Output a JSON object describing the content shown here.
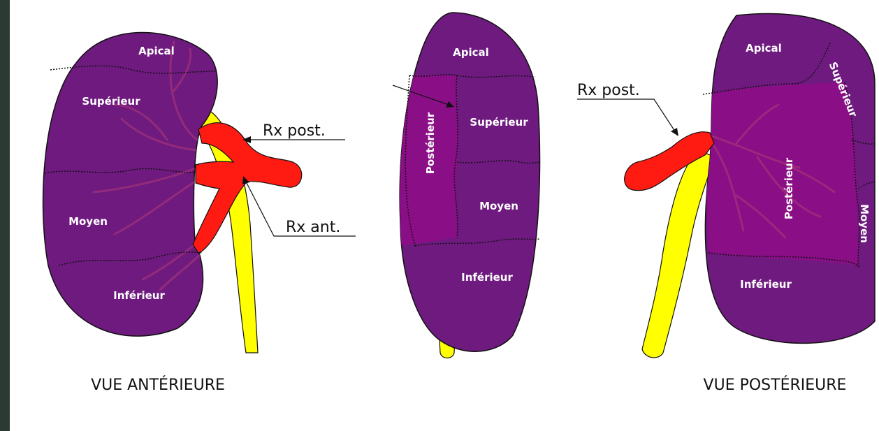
{
  "views": {
    "anterior": {
      "caption": "VUE ANTÉRIEURE",
      "segments": {
        "apical": "Apical",
        "superior": "Supérieur",
        "middle": "Moyen",
        "inferior": "Inférieur"
      },
      "rx_post": "Rx post.",
      "rx_ant": "Rx ant."
    },
    "lateral": {
      "segments": {
        "apical": "Apical",
        "posterior": "Postérieur",
        "superior": "Supérieur",
        "middle": "Moyen",
        "inferior": "Inférieur"
      }
    },
    "posterior": {
      "caption": "VUE POSTÉRIEURE",
      "segments": {
        "apical": "Apical",
        "superior": "Supérieur",
        "posterior": "Postérieur",
        "middle": "Moyen",
        "inferior": "Inférieur"
      },
      "rx_post": "Rx post."
    }
  },
  "colors": {
    "kidney": "#6e1a7f",
    "posterior_zone": "#8a0e86",
    "artery": "#ff1a12",
    "ureter": "#ffff00",
    "vein": "#a0327a"
  }
}
